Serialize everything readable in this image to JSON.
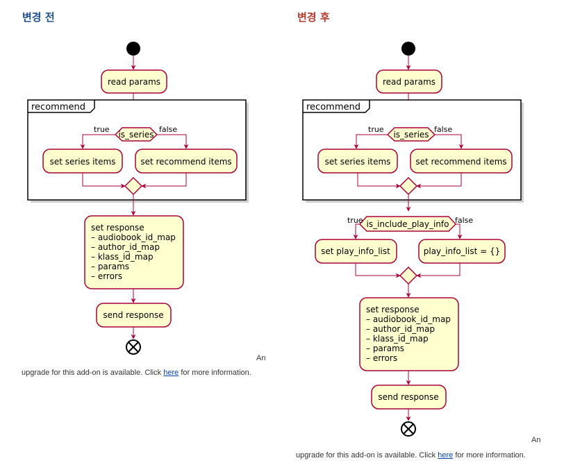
{
  "colors": {
    "before_heading": "#1f4e8c",
    "after_heading": "#b03a2e",
    "node_fill": "#fefece",
    "node_stroke": "#a80036",
    "edge": "#a80036"
  },
  "before": {
    "heading": "변경 전",
    "frame_label": "recommend",
    "read_params": "read params",
    "decision": "is_series",
    "true_label": "true",
    "false_label": "false",
    "left_action": "set series items",
    "right_action": "set recommend items",
    "response_lines": [
      "set response",
      "– audiobook_id_map",
      "– author_id_map",
      "– klass_id_map",
      "– params",
      "– errors"
    ],
    "send_response": "send response"
  },
  "after": {
    "heading": "변경 후",
    "frame_label": "recommend",
    "read_params": "read params",
    "decision": "is_series",
    "true_label": "true",
    "false_label": "false",
    "left_action": "set series items",
    "right_action": "set recommend items",
    "decision2": "is_include_play_info",
    "true_label2": "true",
    "false_label2": "false",
    "left_action2": "set play_info_list",
    "right_action2": "play_info_list = {}",
    "response_lines": [
      "set response",
      "– audiobook_id_map",
      "– author_id_map",
      "– klass_id_map",
      "– params",
      "– errors"
    ],
    "send_response": "send response"
  },
  "notices": {
    "an": "An",
    "text_before": "upgrade for this add-on is available. Click ",
    "link": "here",
    "text_after": " for more information."
  }
}
